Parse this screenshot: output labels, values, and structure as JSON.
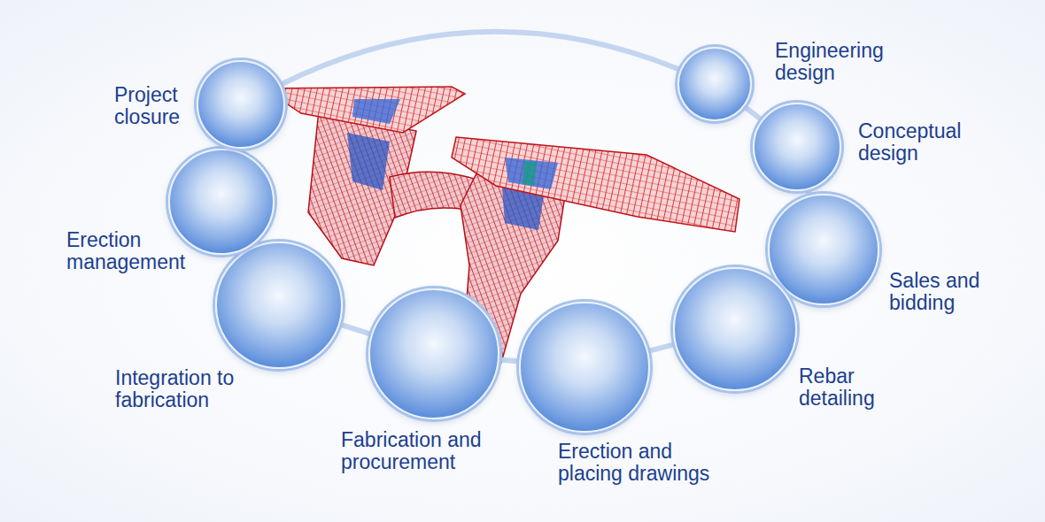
{
  "diagram": {
    "nodes": [
      {
        "text": [
          "Engineering design"
        ]
      },
      {
        "text": [
          "Conceptual design"
        ]
      },
      {
        "text": [
          "Sales and bidding"
        ]
      },
      {
        "text": [
          "Rebar detailing"
        ]
      },
      {
        "text": [
          "Erection and placing drawings"
        ]
      },
      {
        "text": [
          "Fabrication and procurement"
        ]
      },
      {
        "text": [
          "Integration to fabrication"
        ]
      },
      {
        "text": [
          "Erection management"
        ]
      },
      {
        "text": [
          "Project closure"
        ]
      }
    ],
    "edges": [
      {
        "from": 0,
        "to": 1,
        "arrow": "none"
      },
      {
        "from": 1,
        "to": 2,
        "arrow": "none"
      },
      {
        "from": 2,
        "to": 3,
        "arrow": "none"
      },
      {
        "from": 3,
        "to": 4,
        "arrow": "none"
      },
      {
        "from": 4,
        "to": 5,
        "arrow": "none"
      },
      {
        "from": 5,
        "to": 6,
        "arrow": "none"
      },
      {
        "from": 6,
        "to": 7,
        "arrow": "none"
      },
      {
        "from": 7,
        "to": 8,
        "arrow": "none"
      },
      {
        "from": 8,
        "to": 0,
        "arrow": "none"
      }
    ]
  }
}
